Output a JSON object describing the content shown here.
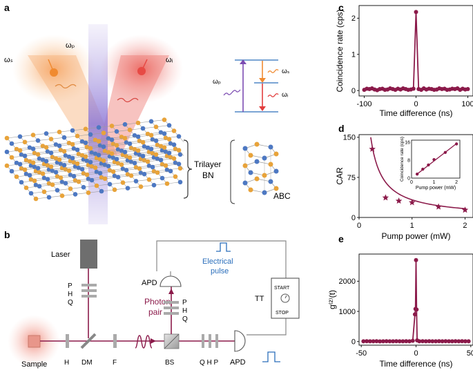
{
  "panels": {
    "a": {
      "letter": "a",
      "omega_s": "ωₛ",
      "omega_p": "ωₚ",
      "omega_i": "ωᵢ",
      "level_p": "ωₚ",
      "level_s": "ωₛ",
      "level_i": "ωᵢ",
      "trilayer_line1": "Trilayer",
      "trilayer_line2": "BN",
      "stacking": "ABC"
    },
    "b": {
      "letter": "b",
      "laser": "Laser",
      "phq_left": [
        "P",
        "H",
        "Q"
      ],
      "phq_top": [
        "P",
        "H",
        "Q"
      ],
      "apd_top": "APD",
      "apd_right": "APD",
      "electrical_1": "Electrical",
      "electrical_2": "pulse",
      "tt": "TT",
      "start": "START",
      "stop": "STOP",
      "photon_1": "Photon",
      "photon_2": "pair",
      "sample": "Sample",
      "h": "H",
      "dm": "DM",
      "f": "F",
      "bs": "BS",
      "qhp": "Q H P"
    }
  },
  "colors": {
    "accent": "#8b1a4a",
    "blue": "#2a6ebb",
    "gold": "#e8a33a",
    "atom_blue": "#4d78c2"
  },
  "chart_data": [
    {
      "letter": "c",
      "type": "line",
      "xlabel": "Time difference (ns)",
      "ylabel": "Coincidence rate (cps)",
      "xlim": [
        -110,
        110
      ],
      "ylim": [
        -0.15,
        2.35
      ],
      "xticks": [
        -100,
        0,
        100
      ],
      "yticks": [
        0,
        1,
        2
      ],
      "x": [
        -100,
        -95,
        -90,
        -85,
        -80,
        -75,
        -70,
        -65,
        -60,
        -55,
        -50,
        -45,
        -40,
        -35,
        -30,
        -25,
        -20,
        -15,
        -10,
        -5,
        0,
        5,
        10,
        15,
        20,
        25,
        30,
        35,
        40,
        45,
        50,
        55,
        60,
        65,
        70,
        75,
        80,
        85,
        90,
        95,
        100
      ],
      "y": [
        0.02,
        0.05,
        0.04,
        0.06,
        0.03,
        0.01,
        0.04,
        0.05,
        0.02,
        0.03,
        0.06,
        0.04,
        0.02,
        0.05,
        0.03,
        0.06,
        0.04,
        0.02,
        0.03,
        0.05,
        2.17,
        0.04,
        0.02,
        0.06,
        0.03,
        0.05,
        0.04,
        0.02,
        0.03,
        0.06,
        0.04,
        0.05,
        0.02,
        0.03,
        0.05,
        0.04,
        0.06,
        0.02,
        0.05,
        0.03,
        0.04
      ]
    },
    {
      "letter": "d",
      "type": "scatter",
      "xlabel": "Pump power (mW)",
      "ylabel": "CAR",
      "xlim": [
        0,
        2.15
      ],
      "ylim": [
        0,
        155
      ],
      "xticks": [
        0,
        1,
        2
      ],
      "yticks": [
        0,
        75,
        150
      ],
      "x": [
        0.25,
        0.5,
        0.75,
        1.0,
        1.5,
        2.0
      ],
      "y": [
        128,
        37,
        31,
        28,
        20,
        14
      ],
      "fit": {
        "a": 33,
        "b": 0,
        "form": "a/x"
      },
      "inset": {
        "type": "scatter",
        "xlabel": "Pump power (mW)",
        "ylabel": "Coincidence rate (cps)",
        "xlim": [
          0,
          2.15
        ],
        "ylim": [
          0,
          17
        ],
        "xticks": [
          0,
          1,
          2
        ],
        "yticks": [
          0,
          8,
          16
        ],
        "x": [
          0.25,
          0.5,
          0.75,
          1.0,
          1.5,
          2.0
        ],
        "y": [
          1.8,
          4.0,
          5.9,
          8.3,
          11.5,
          15.3
        ]
      }
    },
    {
      "letter": "e",
      "type": "line",
      "xlabel": "Time difference (ns)",
      "ylabel": "g⁽²⁾(t)",
      "xlim": [
        -52,
        52
      ],
      "ylim": [
        -120,
        2900
      ],
      "xticks": [
        -50,
        0,
        50
      ],
      "yticks": [
        0,
        1000,
        2000
      ],
      "x": [
        -48,
        -45,
        -42,
        -39,
        -36,
        -33,
        -30,
        -27,
        -24,
        -21,
        -18,
        -15,
        -12,
        -9,
        -6,
        -3,
        -1,
        -0.5,
        0,
        0.5,
        1,
        3,
        6,
        9,
        12,
        15,
        18,
        21,
        24,
        27,
        30,
        33,
        36,
        39,
        42,
        45,
        48
      ],
      "y": [
        8,
        12,
        10,
        9,
        11,
        7,
        10,
        12,
        9,
        8,
        11,
        10,
        9,
        12,
        10,
        25,
        900,
        1080,
        2700,
        1060,
        40,
        10,
        11,
        9,
        12,
        8,
        10,
        11,
        9,
        12,
        8,
        10,
        11,
        9,
        12,
        8,
        10
      ]
    }
  ]
}
